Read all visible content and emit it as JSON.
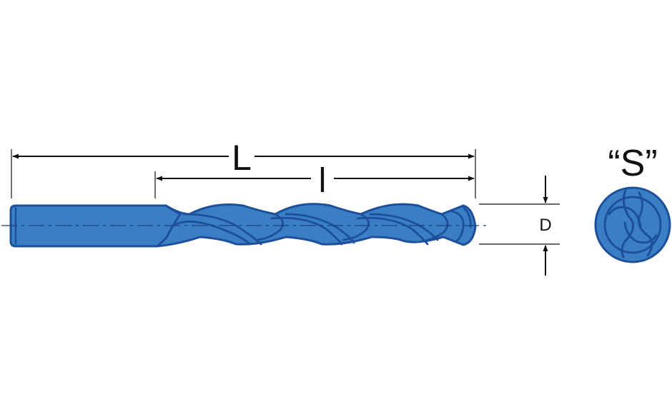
{
  "labels": {
    "overall_length": "L",
    "flute_length": "l",
    "diameter": "D",
    "section_type": "“S”"
  },
  "colors": {
    "tool_fill": "#3a7fc4",
    "tool_edge": "#1d4f9a",
    "dimension_line": "#111111",
    "background": "#ffffff"
  }
}
